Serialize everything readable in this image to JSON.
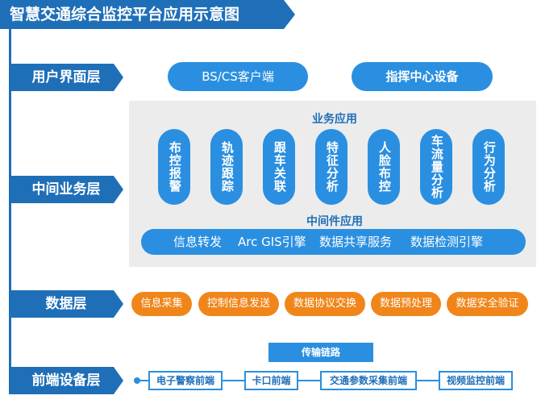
{
  "title": "智慧交通综合监控平台应用示意图",
  "layers": {
    "user_interface": {
      "label": "用户界面层",
      "items": [
        "BS/CS客户端",
        "指挥中心设备"
      ]
    },
    "middle_business": {
      "label": "中间业务层",
      "business_title": "业务应用",
      "business_apps": [
        "布控报警",
        "轨迹跟踪",
        "跟车关联",
        "特征分析",
        "人脸布控",
        "车流量分析",
        "行为分析"
      ],
      "middleware_title": "中间件应用",
      "middleware_items": [
        "信息转发",
        "Arc GIS引擎",
        "数据共享服务",
        "数据检测引擎"
      ]
    },
    "data": {
      "label": "数据层",
      "items": [
        "信息采集",
        "控制信息发送",
        "数据协议交换",
        "数据预处理",
        "数据安全验证"
      ]
    },
    "front_end": {
      "label": "前端设备层",
      "transport_link": "传输链路",
      "devices": [
        "电子警察前端",
        "卡口前端",
        "交通参数采集前端",
        "视频监控前端"
      ]
    }
  },
  "colors": {
    "primary_blue": "#1f6fb8",
    "light_blue": "#2a8fe0",
    "orange": "#f0861a",
    "panel_gray": "#ececec"
  }
}
